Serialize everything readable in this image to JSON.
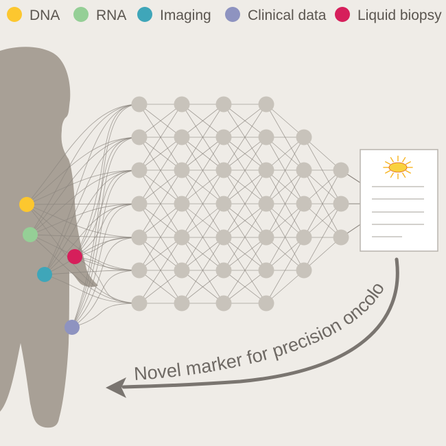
{
  "legend": [
    {
      "label": "DNA",
      "color": "#fcc72f"
    },
    {
      "label": "RNA",
      "color": "#95cf96"
    },
    {
      "label": "Imaging",
      "color": "#3fa6b9"
    },
    {
      "label": "Clinical data",
      "color": "#8e93c0"
    },
    {
      "label": "Liquid biopsy",
      "color": "#d61f5b"
    }
  ],
  "colors": {
    "background": "#efece7",
    "silhouette": "#a8a096",
    "node": "#c8c3bb",
    "edge": "#8a847d",
    "arrow": "#7a7570",
    "report_border": "#b8b3ad",
    "text": "#5b5650"
  },
  "icons": {
    "child": "child-silhouette-icon",
    "report": "document-icon",
    "logo": "sun-logo-icon"
  },
  "network": {
    "layers": [
      7,
      7,
      7,
      7,
      5,
      3
    ]
  },
  "arrow_label": "Novel marker for precision oncology"
}
